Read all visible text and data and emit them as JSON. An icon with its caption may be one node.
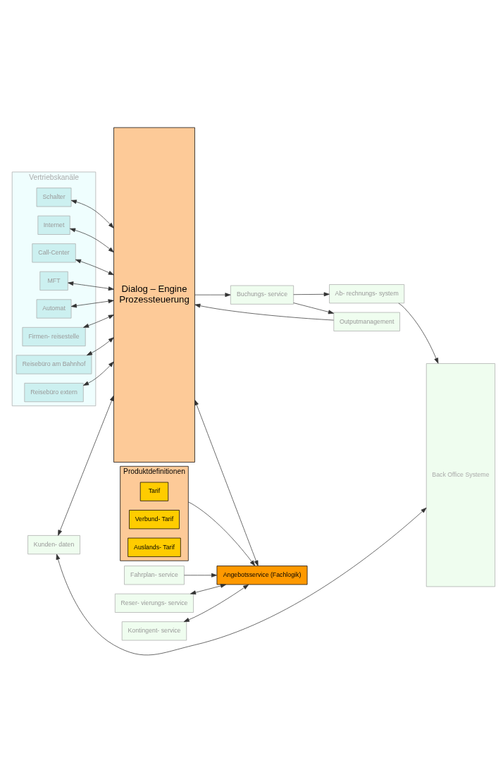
{
  "diagram": {
    "nodes": [
      {
        "text": [
          "Vertriebskanäle"
        ]
      },
      {
        "text": [
          "Schalter"
        ],
        "in": 0
      },
      {
        "text": [
          "Internet"
        ],
        "in": 0
      },
      {
        "text": [
          "Call-Center"
        ],
        "in": 0
      },
      {
        "text": [
          "MFT"
        ],
        "in": 0
      },
      {
        "text": [
          "Automat"
        ],
        "in": 0
      },
      {
        "text": [
          "Firmen- reisestelle"
        ],
        "in": 0
      },
      {
        "text": [
          "Reisebüro am Bahnhof"
        ],
        "in": 0
      },
      {
        "text": [
          "Reisebüro extern"
        ],
        "in": 0
      },
      {
        "text": [
          "Dialog – Engine",
          "Prozessteuerung"
        ]
      },
      {
        "text": [
          "Angebotsservice (Fachlogik)"
        ]
      },
      {
        "text": [
          "Produktdefinitionen"
        ]
      },
      {
        "text": [
          "Tarif"
        ],
        "in": 11
      },
      {
        "text": [
          "Verbund- Tarif"
        ],
        "in": 11
      },
      {
        "text": [
          "Auslands- Tarif"
        ],
        "in": 11
      },
      {
        "text": [
          "Fahrplan- service"
        ]
      },
      {
        "text": [
          "Reser- vierungs- service"
        ]
      },
      {
        "text": [
          "Kontingent- service"
        ]
      },
      {
        "text": [
          "Kunden- daten"
        ]
      },
      {
        "text": [
          "Buchungs- service"
        ]
      },
      {
        "text": [
          "Ab- rechnungs- system"
        ]
      },
      {
        "text": [
          "Outputmanagement"
        ]
      },
      {
        "text": [
          "Back Office Systeme"
        ]
      }
    ],
    "edges": [
      {
        "from": 1,
        "to": 9,
        "arrow": "both"
      },
      {
        "from": 2,
        "to": 9,
        "arrow": "both"
      },
      {
        "from": 3,
        "to": 9,
        "arrow": "both"
      },
      {
        "from": 4,
        "to": 9,
        "arrow": "both"
      },
      {
        "from": 5,
        "to": 9,
        "arrow": "both"
      },
      {
        "from": 6,
        "to": 9,
        "arrow": "both"
      },
      {
        "from": 7,
        "to": 9,
        "arrow": "both"
      },
      {
        "from": 8,
        "to": 9,
        "arrow": "both"
      },
      {
        "from": 9,
        "to": 10,
        "arrow": "both"
      },
      {
        "from": 11,
        "to": 10,
        "arrow": "to"
      },
      {
        "from": 15,
        "to": 10,
        "arrow": "to"
      },
      {
        "from": 16,
        "to": 10,
        "arrow": "both"
      },
      {
        "from": 17,
        "to": 10,
        "arrow": "both"
      },
      {
        "from": 18,
        "to": 9,
        "arrow": "both"
      },
      {
        "from": 9,
        "to": 19,
        "arrow": "to"
      },
      {
        "from": 19,
        "to": 20,
        "arrow": "to"
      },
      {
        "from": 19,
        "to": 21,
        "arrow": "to"
      },
      {
        "from": 21,
        "to": 9,
        "arrow": "to"
      },
      {
        "from": 18,
        "to": 22,
        "arrow": "both"
      },
      {
        "from": 20,
        "to": 22,
        "arrow": "to"
      }
    ]
  }
}
